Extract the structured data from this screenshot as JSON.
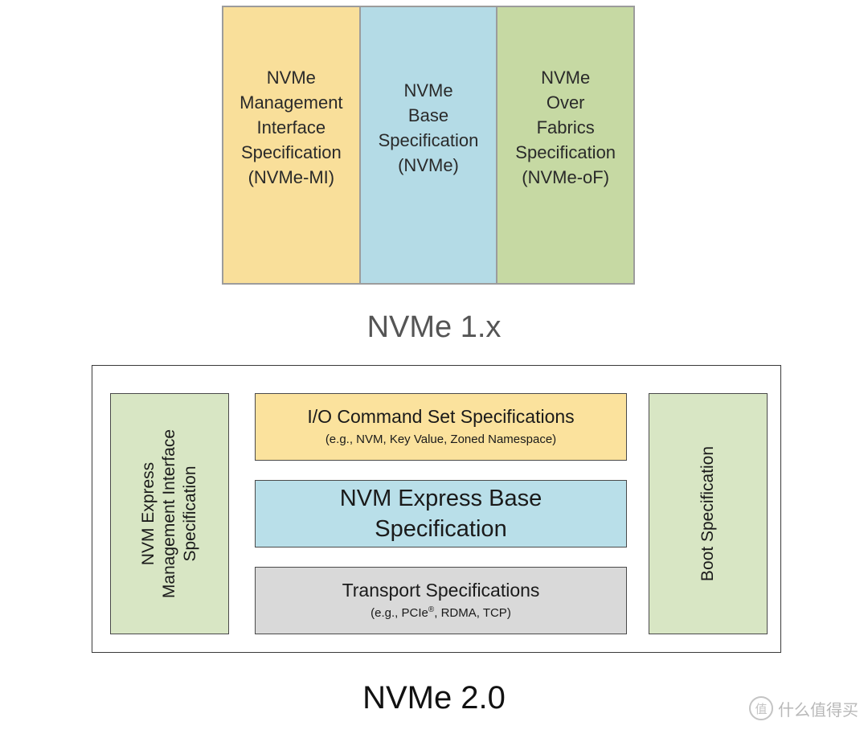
{
  "nvme1": {
    "columns": [
      {
        "text": "NVMe\nManagement\nInterface\nSpecification\n(NVMe-MI)",
        "color": "#f9df9a"
      },
      {
        "text": "NVMe\nBase\nSpecification\n(NVMe)",
        "color": "#b4dbe6"
      },
      {
        "text": "NVMe\nOver\nFabrics\nSpecification\n(NVMe-oF)",
        "color": "#c6d9a3"
      }
    ],
    "caption": "NVMe 1.x"
  },
  "nvme2": {
    "left": "NVM Express\nManagement Interface\nSpecification",
    "right": "Boot Specification",
    "io": {
      "title": "I/O Command Set Specifications",
      "sub": "(e.g., NVM, Key Value, Zoned Namespace)"
    },
    "base": {
      "title": "NVM Express Base\nSpecification"
    },
    "transport": {
      "title": "Transport Specifications",
      "sub_pre": "(e.g., PCIe",
      "sub_reg": "®",
      "sub_post": ", RDMA, TCP)"
    },
    "caption": "NVMe 2.0"
  },
  "watermark": {
    "logo": "值",
    "text": "什么值得买"
  }
}
